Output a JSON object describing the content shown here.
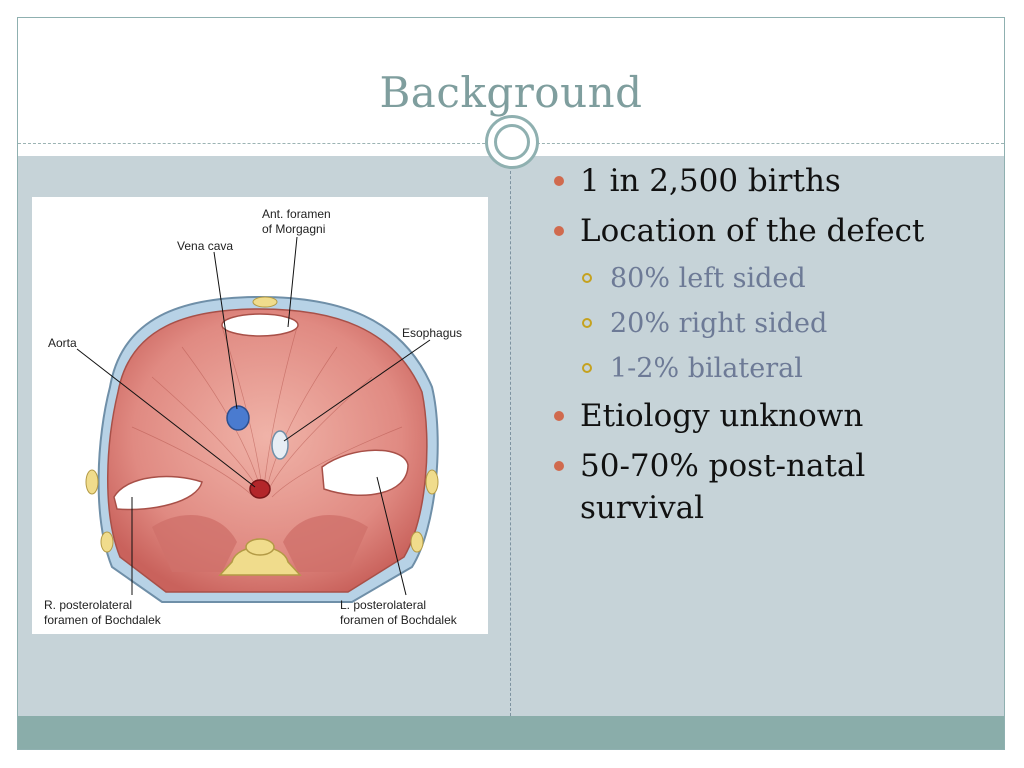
{
  "slide": {
    "title": "Background"
  },
  "figure": {
    "labels": {
      "ant_foramen": "Ant. foramen\nof Morgagni",
      "vena_cava": "Vena cava",
      "esophagus": "Esophagus",
      "aorta": "Aorta",
      "r_bochdalek": "R. posterolateral\nforamen of Bochdalek",
      "l_bochdalek": "L. posterolateral\nforamen of Bochdalek"
    }
  },
  "bullets": {
    "b1": "1 in 2,500 births",
    "b2": "Location of the defect",
    "b2_1": "80% left sided",
    "b2_2": "20% right sided",
    "b2_3": "1-2% bilateral",
    "b3": "Etiology unknown",
    "b4": "50-70% post-natal survival"
  },
  "colors": {
    "title": "#7f9e9e",
    "content_bg": "#c6d3d8",
    "footer": "#8aadaa",
    "bullet_primary": "#d06a4e",
    "bullet_secondary": "#c5a21f",
    "sub_text": "#6d7a96"
  }
}
